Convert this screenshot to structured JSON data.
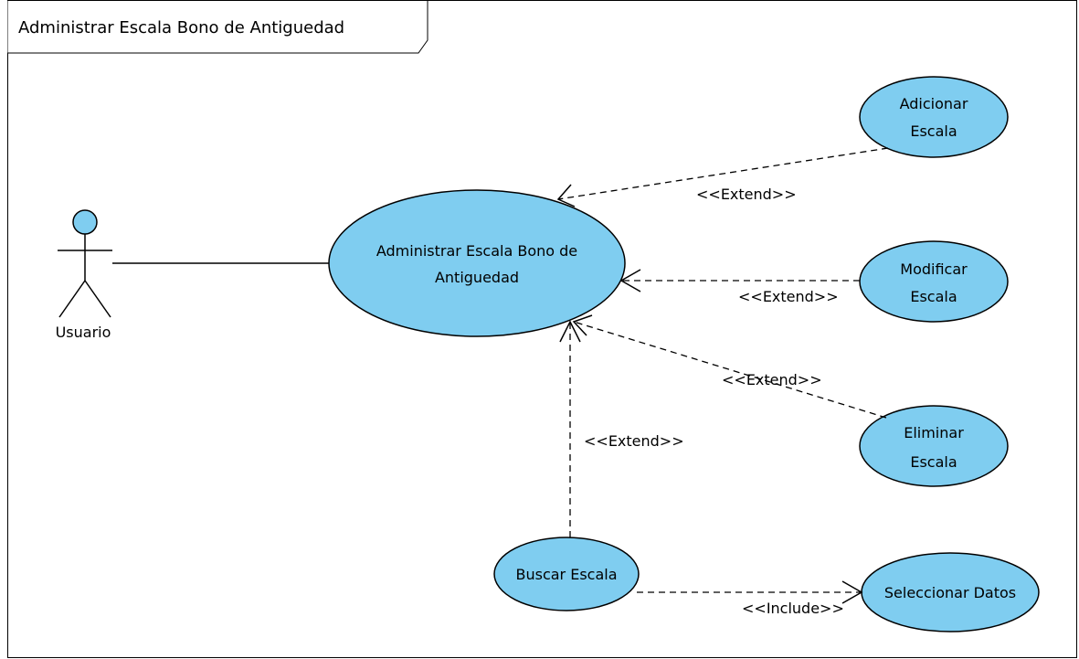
{
  "diagram": {
    "frame_title": "Administrar Escala Bono de Antiguedad",
    "actor": {
      "name": "Usuario"
    },
    "use_cases": {
      "main": {
        "line1": "Administrar Escala Bono de",
        "line2": "Antiguedad"
      },
      "adicionar": {
        "line1": "Adicionar",
        "line2": "Escala"
      },
      "modificar": {
        "line1": "Modificar",
        "line2": "Escala"
      },
      "eliminar": {
        "line1": "Eliminar",
        "line2": "Escala"
      },
      "buscar": {
        "label": "Buscar Escala"
      },
      "seleccionar": {
        "label": "Seleccionar Datos"
      }
    },
    "relations": {
      "extend_adicionar": "<<Extend>>",
      "extend_modificar": "<<Extend>>",
      "extend_eliminar": "<<Extend>>",
      "extend_buscar": "<<Extend>>",
      "include_seleccionar": "<<Include>>"
    },
    "colors": {
      "use_case_fill": "#7fcdf0",
      "stroke": "#000000",
      "background": "#ffffff"
    }
  }
}
